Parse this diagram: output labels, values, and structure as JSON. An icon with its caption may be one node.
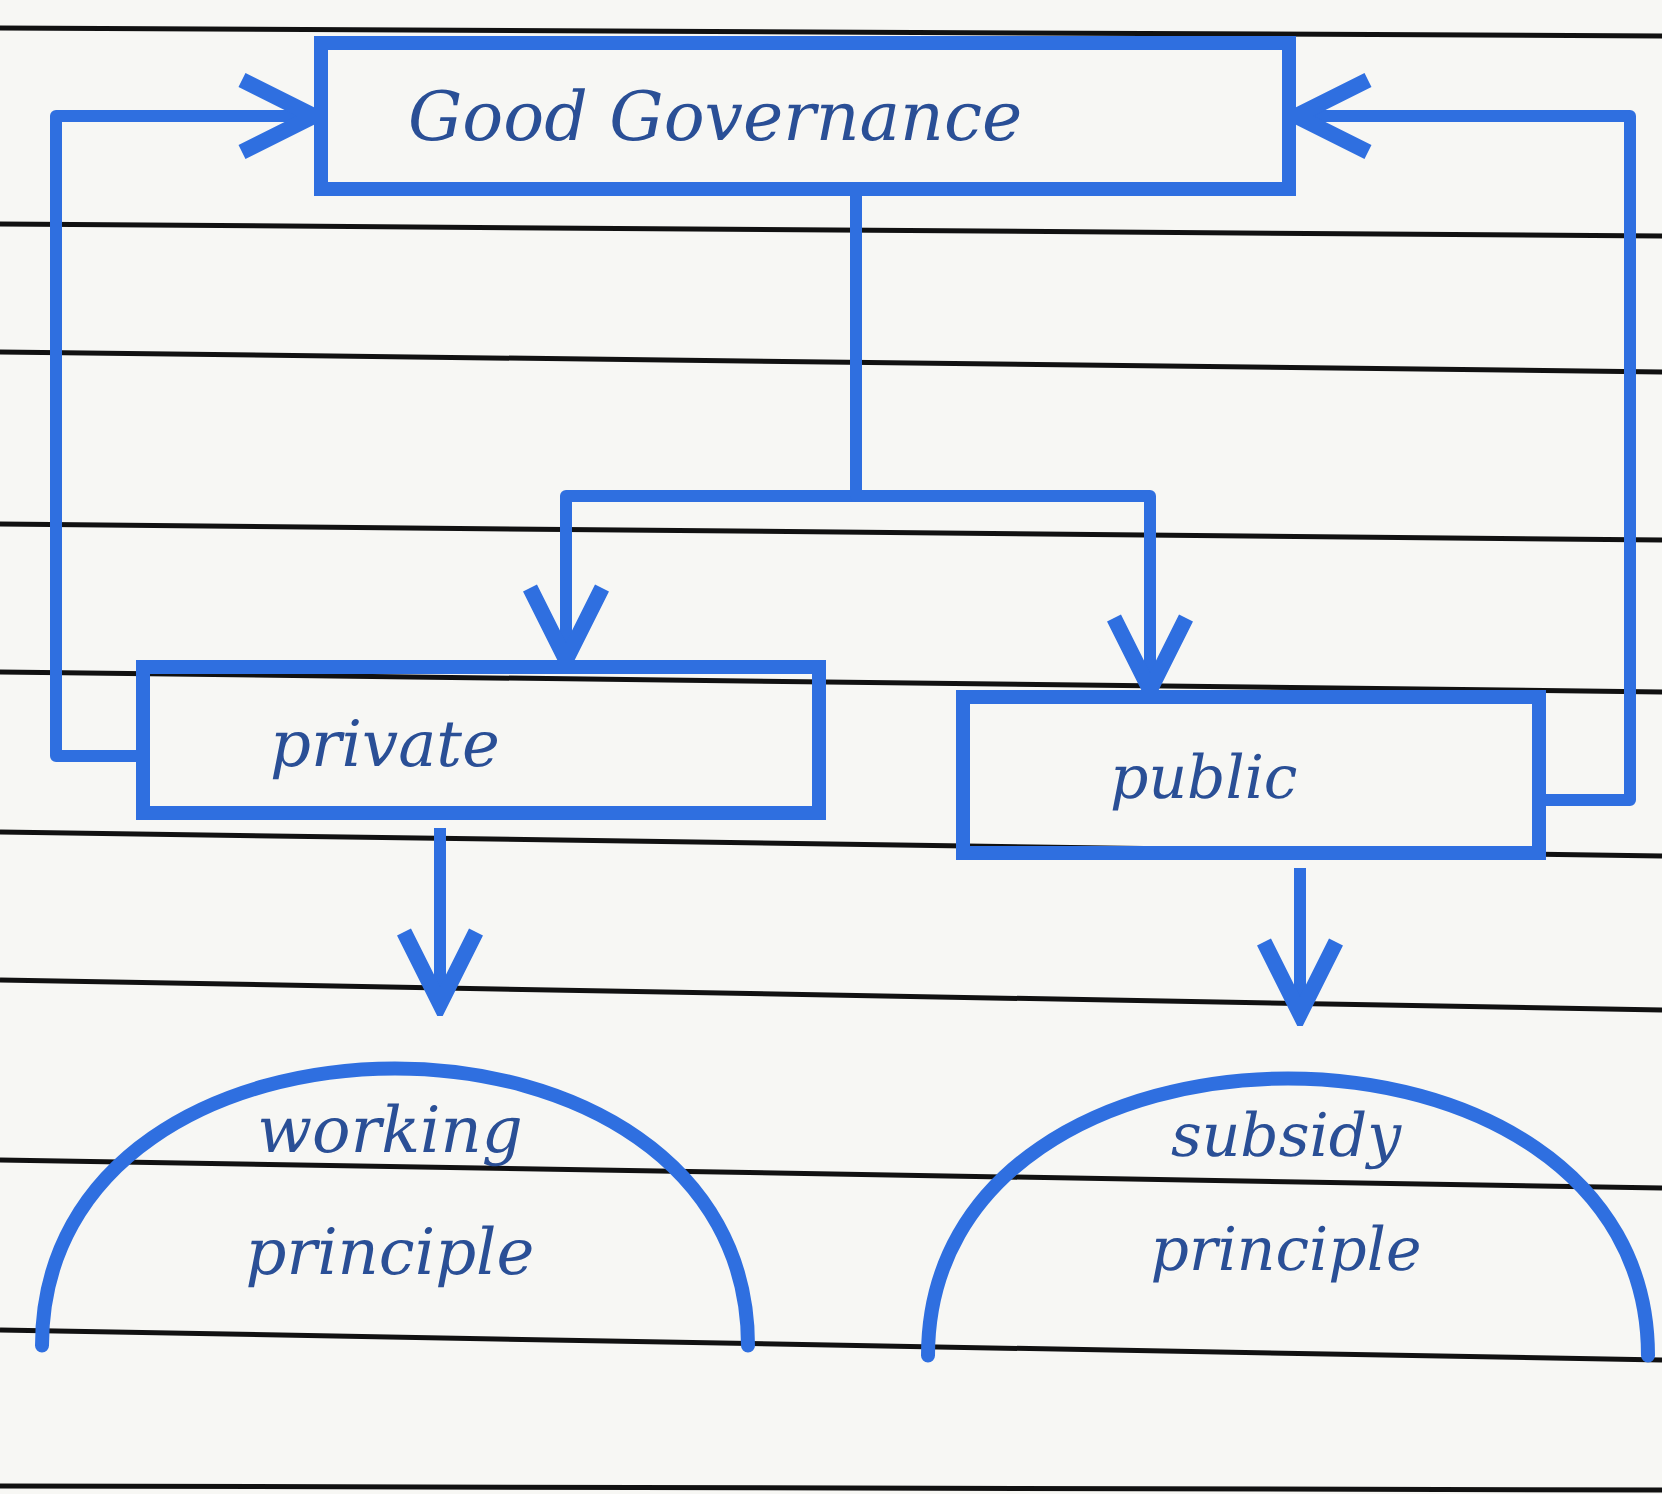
{
  "diagram": {
    "nodes": [
      {
        "text": [
          "Good Governance"
        ]
      },
      {
        "text": [
          "private"
        ]
      },
      {
        "text": [
          "public"
        ]
      },
      {
        "text": [
          "working principle"
        ]
      },
      {
        "text": [
          "subsidy principle"
        ]
      }
    ],
    "edges": [
      {
        "from": 0,
        "to": 1,
        "arrow": "to"
      },
      {
        "from": 0,
        "to": 2,
        "arrow": "to"
      },
      {
        "from": 1,
        "to": 0,
        "arrow": "to"
      },
      {
        "from": 2,
        "to": 0,
        "arrow": "to"
      },
      {
        "from": 1,
        "to": 3,
        "arrow": "to"
      },
      {
        "from": 2,
        "to": 4,
        "arrow": "to"
      }
    ]
  }
}
